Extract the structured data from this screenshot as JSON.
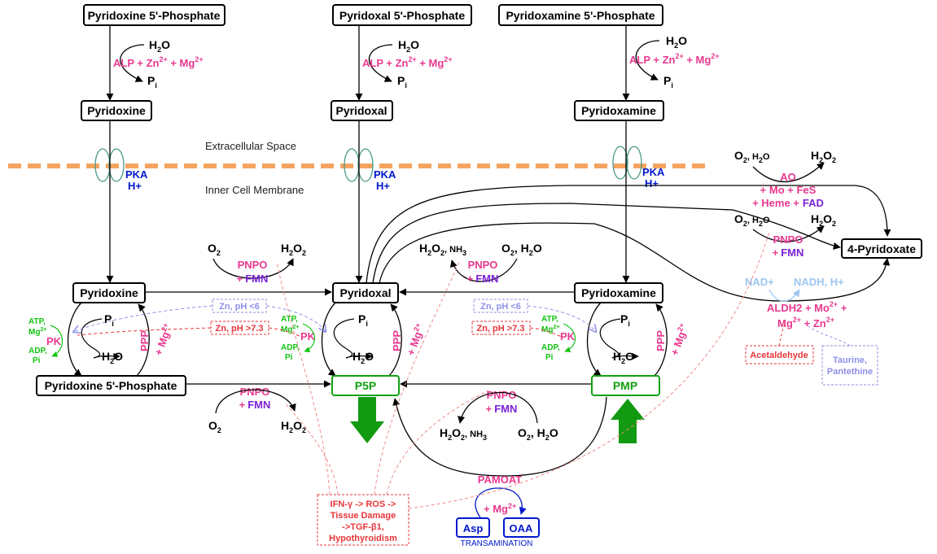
{
  "compounds": {
    "pn5p_top": "Pyridoxine 5'-Phosphate",
    "pl5p_top": "Pyridoxal 5'-Phosphate",
    "pm5p_top": "Pyridoxamine 5'-Phosphate",
    "pn_top": "Pyridoxine",
    "pl_top": "Pyridoxal",
    "pm_top": "Pyridoxamine",
    "pn_in": "Pyridoxine",
    "pl_in": "Pyridoxal",
    "pm_in": "Pyridoxamine",
    "pn5p_in": "Pyridoxine 5'-Phosphate",
    "p5p": "P5P",
    "pmp": "PMP",
    "pyridoxate": "4-Pyridoxate",
    "asp": "Asp",
    "oaa": "OAA"
  },
  "regions": {
    "extracellular": "Extracellular Space",
    "membrane": "Inner Cell Membrane",
    "transamination": "TRANSAMINATION"
  },
  "molecules": {
    "water": "H",
    "oxygen": "O",
    "peroxide": "H",
    "phosphate": "P",
    "phosphate_sub": "i",
    "nh3": "NH",
    "comma_h2o": ", H"
  },
  "enzymes": {
    "alp": "ALP + Zn",
    "alp_mg": " + Mg",
    "pka": "PKA",
    "hplus": "H+",
    "pnpo": "PNPO",
    "fmn": "FMN",
    "plus": "+",
    "pk": "PK",
    "ppp": "PPP",
    "mg": "+ Mg",
    "ao": "AO",
    "ao_cofactors1": "+ Mo + FeS",
    "ao_cofactors2": "+ Heme +",
    "fad": "FAD",
    "aldh2": "ALDH2 + Mo",
    "aldh2_b": "Mg",
    "aldh2_c": " + Zn",
    "nad": "NAD+",
    "nadh": "NADH, H+",
    "pamoat": "PAMOAT",
    "pamoat_mg": "+ Mg"
  },
  "cofactors": {
    "atp": "ATP,",
    "mg": "Mg",
    "adp": "ADP,",
    "pi": "Pi",
    "zn_low": "Zn, pH <6",
    "zn_high": "Zn, pH >7.3"
  },
  "inhibitors": {
    "acetaldehyde": "Acetaldehyde",
    "taurine1": "Taurine,",
    "taurine2": "Pantethine",
    "ifn1": "IFN-γ -> ROS ->",
    "ifn2": "Tissue Damage",
    "ifn3": "->TGF-β1,",
    "ifn4": "Hypothyroidism"
  },
  "superscripts": {
    "two_plus": "2+",
    "two": "2"
  },
  "colors": {
    "magenta": "#e8388f",
    "purple": "#7a22d8",
    "blue": "#0018cc",
    "green": "#11c411",
    "red": "#e8353a",
    "lavender": "#8f8fea",
    "membrane": "#f4a460",
    "channel": "#4a9a88"
  }
}
